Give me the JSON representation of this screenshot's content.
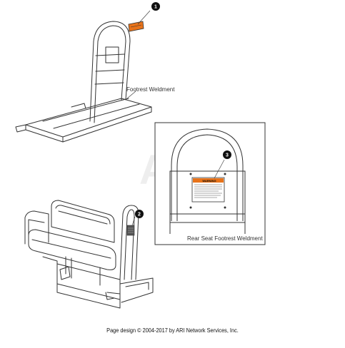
{
  "callouts": [
    "1",
    "2",
    "3"
  ],
  "labels": {
    "footrest_weldment": "Footrest Weldment",
    "inset_caption": "Rear Seat Footrest Weldment",
    "warning_heading": "WARNING"
  },
  "watermark": "ARI",
  "footer": "Page design © 2004-2017 by ARI Network Services, Inc.",
  "colors": {
    "line": "#333333",
    "decal_orange": "#e8731a",
    "callout_fill": "#111111"
  }
}
